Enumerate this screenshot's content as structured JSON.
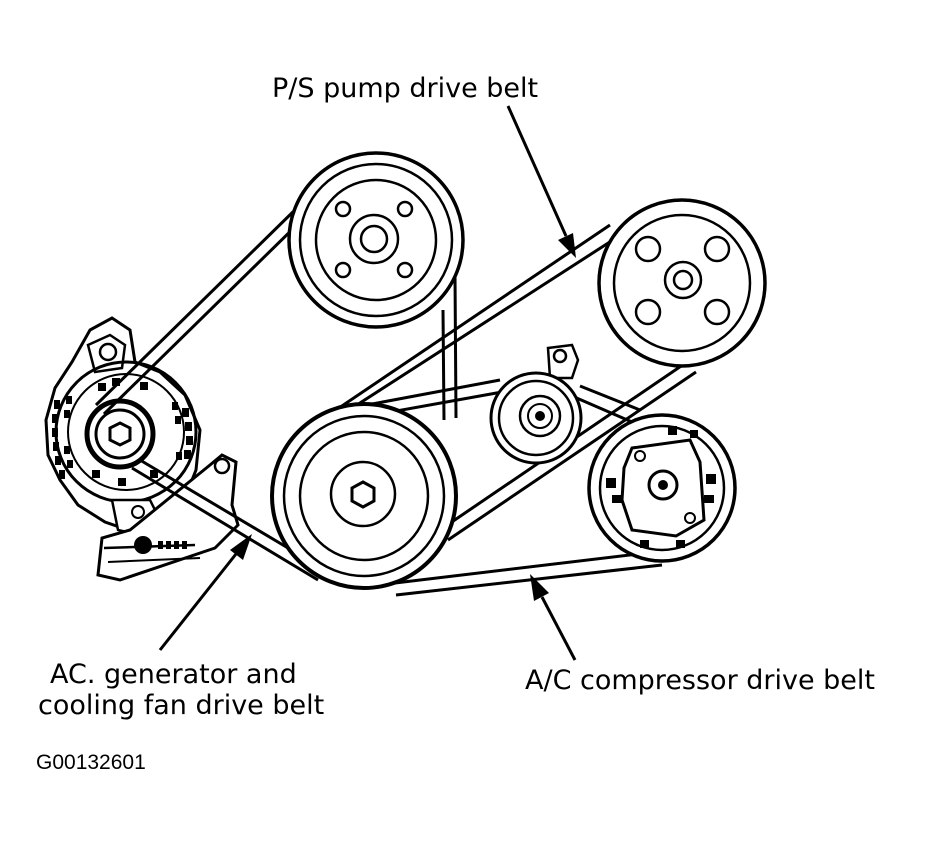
{
  "labels": {
    "ps_pump_belt": "P/S pump drive belt",
    "ac_gen_line1": "AC. generator and",
    "ac_gen_line2": "cooling fan drive belt",
    "ac_comp_belt": "A/C compressor drive belt",
    "figure_code": "G00132601"
  },
  "colors": {
    "ink": "#000000",
    "paper": "#ffffff"
  }
}
